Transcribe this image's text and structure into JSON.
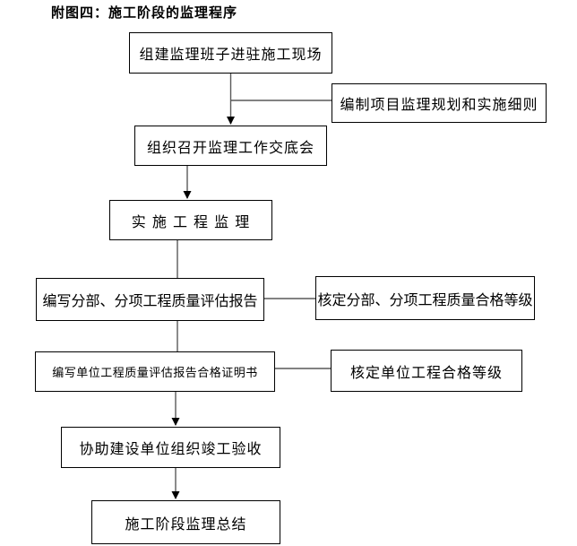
{
  "page": {
    "title": "附图四：施工阶段的监理程序"
  },
  "flowchart": {
    "type": "flowchart",
    "nodes": {
      "assemble_team": {
        "label": "组建监理班子进驻施工现场"
      },
      "prepare_plan": {
        "label": "编制项目监理规划和实施细则"
      },
      "disclosure_meeting": {
        "label": "组织召开监理工作交底会"
      },
      "implement_supervision": {
        "label": "实 施 工 程 监 理"
      },
      "subsection_report": {
        "label": "编写分部、分项工程质量评估报告"
      },
      "verify_subsection": {
        "label": "核定分部、分项工程质量合格等级"
      },
      "unit_certificate": {
        "label": "编写单位工程质量评估报告合格证明书"
      },
      "verify_unit": {
        "label": "核定单位工程合格等级"
      },
      "assist_acceptance": {
        "label": "协助建设单位组织竣工验收"
      },
      "stage_summary": {
        "label": "施工阶段监理总结"
      }
    },
    "colors": {
      "box_border": "#000000",
      "connector": "#595959",
      "arrowhead": "#000000",
      "background": "#ffffff",
      "text": "#000000"
    }
  }
}
